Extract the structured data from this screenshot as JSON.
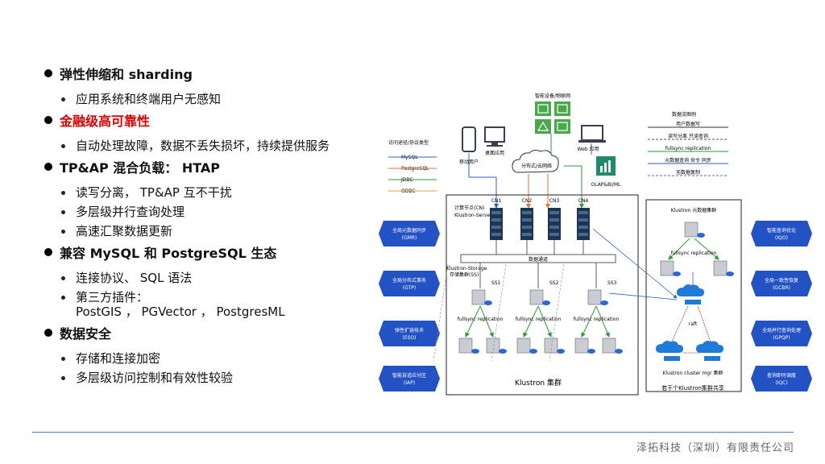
{
  "bullets": [
    {
      "text": "弹性伸缩和 sharding",
      "red": false,
      "subs": [
        [
          "应用系统和终端用户无感知"
        ]
      ]
    },
    {
      "text": "金融级高可靠性",
      "red": true,
      "subs": [
        [
          "自动处理故障，数据不丢失损坏，持续提供服务"
        ]
      ]
    },
    {
      "text": "TP&AP 混合负载： HTAP",
      "red": false,
      "subs": [
        [
          "读写分离， TP&AP 互不干扰"
        ],
        [
          "多层级并行查询处理"
        ],
        [
          "高速汇聚数据更新"
        ]
      ]
    },
    {
      "text": "兼容 MySQL 和 PostgreSQL 生态",
      "red": false,
      "subs": [
        [
          "连接协议、 SQL 语法"
        ],
        [
          "第三方插件：",
          "PostGIS ， PGVector ， PostgresML"
        ]
      ]
    },
    {
      "text": "数据安全",
      "red": false,
      "subs": [
        [
          "存储和连接加密"
        ],
        [
          "多层级访问控制和有效性较验"
        ]
      ]
    }
  ],
  "footer": "泽拓科技（深圳）有限责任公司",
  "diagram": {
    "left_boxes": [
      {
        "line1": "全局元数据同步",
        "line2": "(GMR)"
      },
      {
        "line1": "全局分布式事务",
        "line2": "(GTP)"
      },
      {
        "line1": "弹性扩容技术",
        "line2": "(ESO)"
      },
      {
        "line1": "智能自适应分区",
        "line2": "(IAP)"
      }
    ],
    "right_boxes": [
      {
        "line1": "智能查询优化",
        "line2": "(IQO)"
      },
      {
        "line1": "全局一致性恢复",
        "line2": "(GCBR)"
      },
      {
        "line1": "全局并行查询处理",
        "line2": "(GPQP)"
      },
      {
        "line1": "查询即时调度",
        "line2": "(IQC)"
      }
    ],
    "devices_label": "智能设备/物联网",
    "mobile_label": "移动用户",
    "pc_label": "桌面应用",
    "web_label": "Web 应用",
    "cloud_label": "分布式/云网络",
    "olap_label": "OLAP&BI/ML",
    "protocol_legend_title": "访问途径/协议类型",
    "protocols": [
      "MySQL",
      "PostgreSQL",
      "JDBC",
      "ODBC"
    ],
    "protocol_colors": [
      "#2a62c9",
      "#e8732a",
      "#2e9a3a",
      "#e2a23a"
    ],
    "legend_title": "数据流图例",
    "legend_items": [
      "用户数据写",
      "读写分离 只读查询",
      "fullsync replication",
      "元数据查询 命令 同步",
      "无数据复制"
    ],
    "cn_title": "计算节点(CN)",
    "cn_subtitle": "Klustron-Server",
    "cn_labels": [
      "CN1",
      "CN2",
      "CN3",
      "CN4"
    ],
    "data_channel": "数据通道",
    "storage_title": "Klustron-Storage",
    "storage_subtitle": "存储集群(SS)",
    "ss_labels": [
      "SS1",
      "SS2",
      "SS3"
    ],
    "fullsync": "fullsync replication",
    "cluster_label": "Klustron 集群",
    "meta_title": "Klustron 元数据集群",
    "meta_fullsync": "fullsync replication",
    "cluster_mgr_label": "Klustron cluster mgr 集群",
    "raft_label": "raft",
    "shared_label": "若干个Klustron集群共享"
  }
}
